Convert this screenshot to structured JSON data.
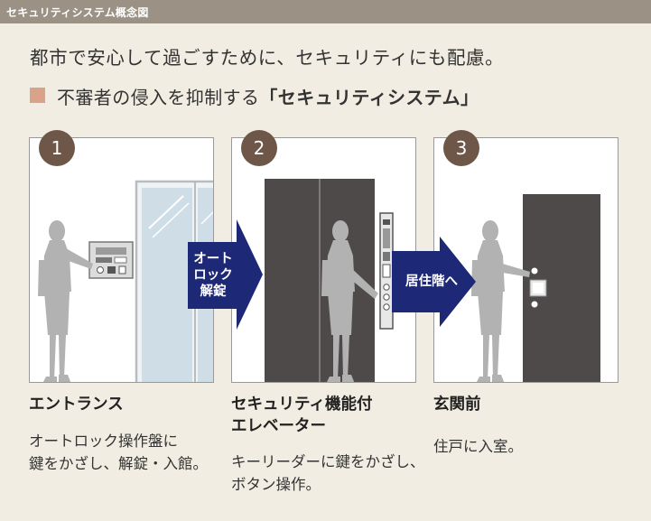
{
  "header": {
    "title": "セキュリティシステム概念図"
  },
  "headline": "都市で安心して過ごすために、セキュリティにも配慮。",
  "subheadline": {
    "prefix": "不審者の侵入を抑制する",
    "emphasis": "「セキュリティシステム」"
  },
  "steps": [
    {
      "number": "1",
      "title_lines": [
        "エントランス"
      ],
      "desc_lines": [
        "オートロック操作盤に",
        "鍵をかざし、解錠・入館。"
      ]
    },
    {
      "number": "2",
      "title_lines": [
        "セキュリティ機能付",
        "エレベーター"
      ],
      "desc_lines": [
        "キーリーダーに鍵をかざし、",
        "ボタン操作。"
      ]
    },
    {
      "number": "3",
      "title_lines": [
        "玄関前"
      ],
      "desc_lines": [
        "住戸に入室。"
      ]
    }
  ],
  "arrows": [
    {
      "lines": [
        "オート",
        "ロック",
        "解錠"
      ]
    },
    {
      "lines": [
        "居住階へ"
      ]
    }
  ],
  "colors": {
    "header_bar": "#9b9185",
    "background": "#f1ede2",
    "badge": "#6e5648",
    "arrow": "#1d2876",
    "accent_square": "#d9a38a",
    "door": "#4e4a4a",
    "silhouette": "#b2b2b2"
  }
}
